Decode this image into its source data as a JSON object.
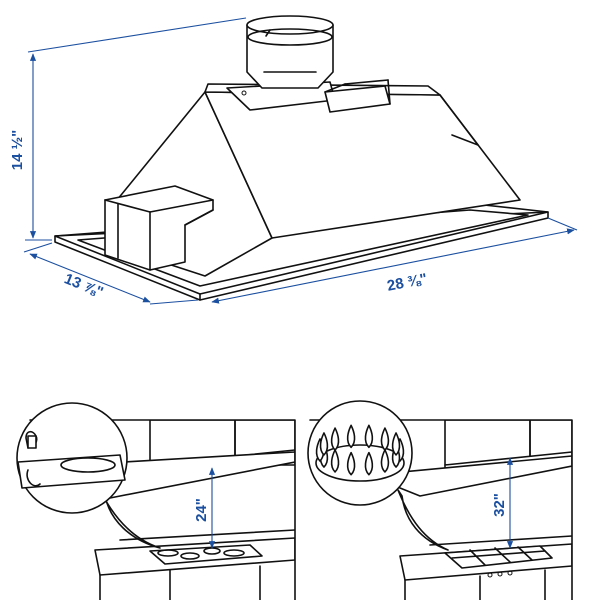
{
  "dimensions": {
    "height": "14 ½\"",
    "depth": "13 ⅞\"",
    "width": "28 ⅜\""
  },
  "installation": {
    "electric_clearance": "24\"",
    "gas_clearance": "32\""
  },
  "colors": {
    "dimension": "#1b4fa0",
    "line": "#111111"
  }
}
